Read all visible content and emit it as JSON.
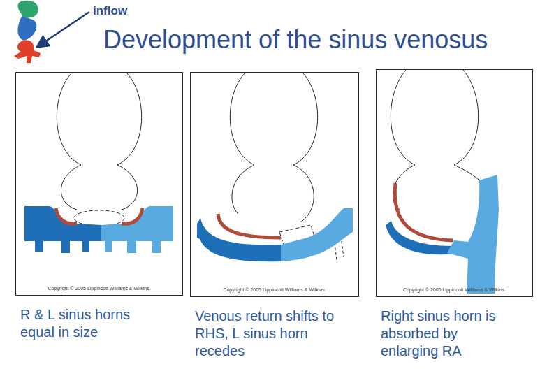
{
  "diagram": {
    "title": "Development of the sinus venosus",
    "nodes": [
      {
        "text": [
          "Copyright © 2005 Lippincott Williams & Wilkins.",
          "R & L sinus horns equal in size"
        ]
      },
      {
        "text": [
          "Copyright © 2005 Lippincott Williams & Wilkins.",
          "Venous return shifts to RHS, L sinus horn recedes"
        ]
      },
      {
        "text": [
          "Copyright © 2005 Lippincott Williams & Wilkins.",
          "Right sinus horn is absorbed by enlarging RA"
        ]
      }
    ],
    "labels": [
      "inflow"
    ]
  }
}
